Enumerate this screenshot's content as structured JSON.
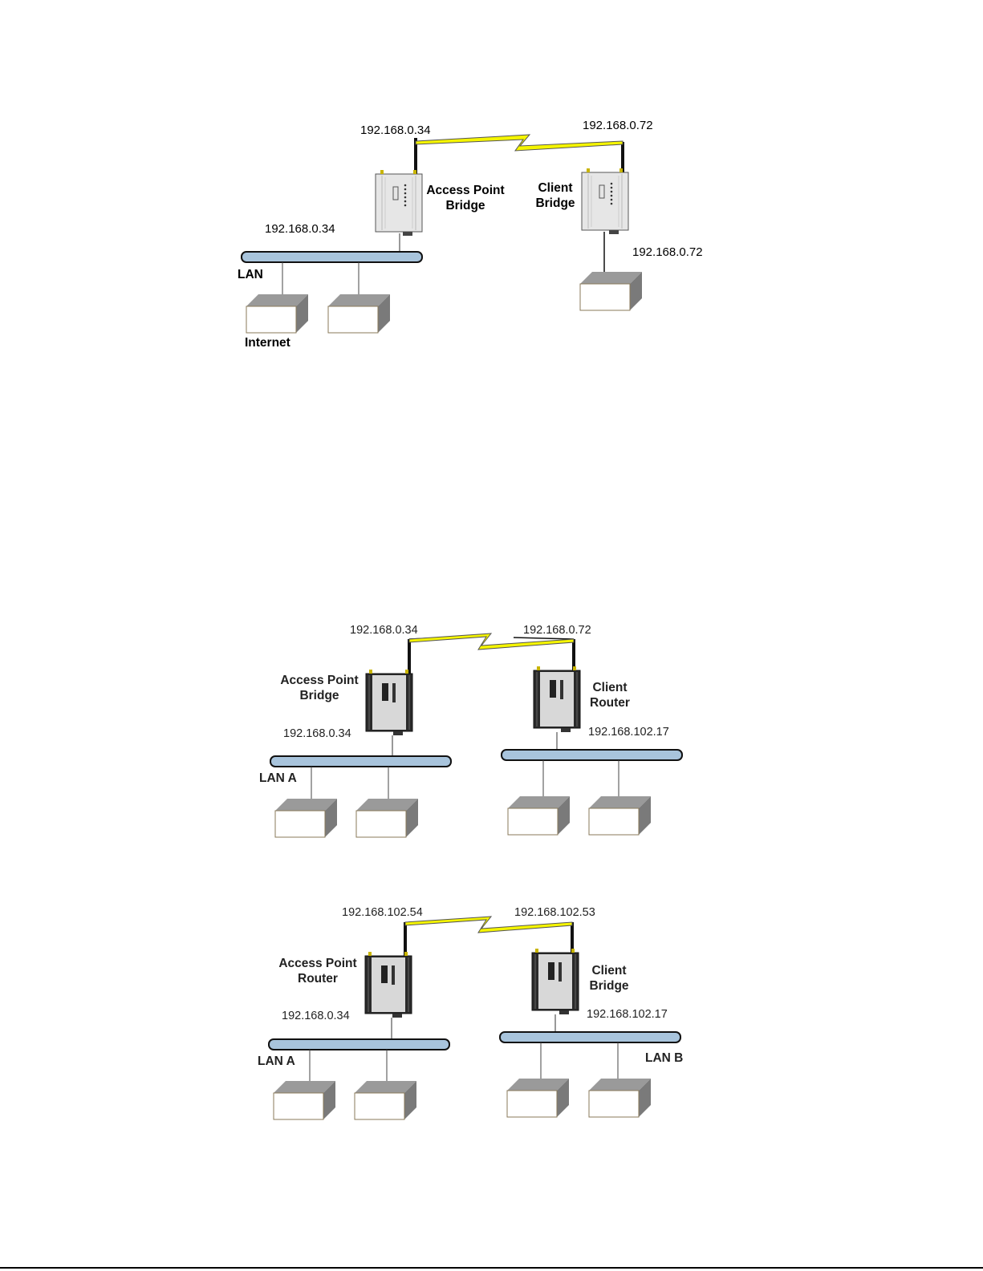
{
  "diagram1": {
    "ap_ip_top": "192.168.0.34",
    "client_ip_top": "192.168.0.72",
    "ap_label_line1": "Access Point",
    "ap_label_line2": "Bridge",
    "client_label_line1": "Client",
    "client_label_line2": "Bridge",
    "lan_ip": "192.168.0.34",
    "client_ip_bottom": "192.168.0.72",
    "lan_label": "LAN",
    "internet_label": "Internet"
  },
  "diagram2": {
    "ap_ip_top": "192.168.0.34",
    "client_ip_top": "192.168.0.72",
    "ap_label_line1": "Access Point",
    "ap_label_line2": "Bridge",
    "client_label_line1": "Client",
    "client_label_line2": "Router",
    "lan_a_ip": "192.168.0.34",
    "lan_b_ip": "192.168.102.17",
    "lan_a_label": "LAN A"
  },
  "diagram3": {
    "ap_ip_top": "192.168.102.54",
    "client_ip_top": "192.168.102.53",
    "ap_label_line1": "Access Point",
    "ap_label_line2": "Router",
    "client_label_line1": "Client",
    "client_label_line2": "Bridge",
    "lan_a_ip": "192.168.0.34",
    "lan_b_ip": "192.168.102.17",
    "lan_a_label": "LAN A",
    "lan_b_label": "LAN B"
  },
  "colors": {
    "bolt": "#f5f500",
    "bus_fill": "#a8c4dc",
    "box_side": "#8e8e8e",
    "device_light": "#e6e6e6",
    "device_dark": "#2a2a2a"
  }
}
